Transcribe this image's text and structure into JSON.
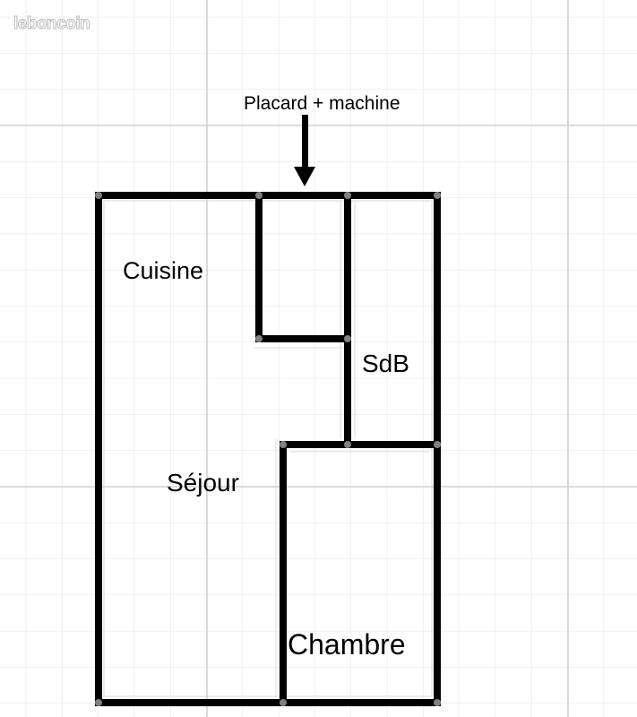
{
  "watermark": "leboncoin",
  "annotation": "Placard + machine",
  "rooms": {
    "cuisine": "Cuisine",
    "sdb": "SdB",
    "sejour": "Séjour",
    "chambre": "Chambre"
  },
  "colors": {
    "wall": "#000000",
    "grid_minor": "#e3e3e3",
    "grid_major": "#cfcfcf",
    "node": "#808080"
  }
}
